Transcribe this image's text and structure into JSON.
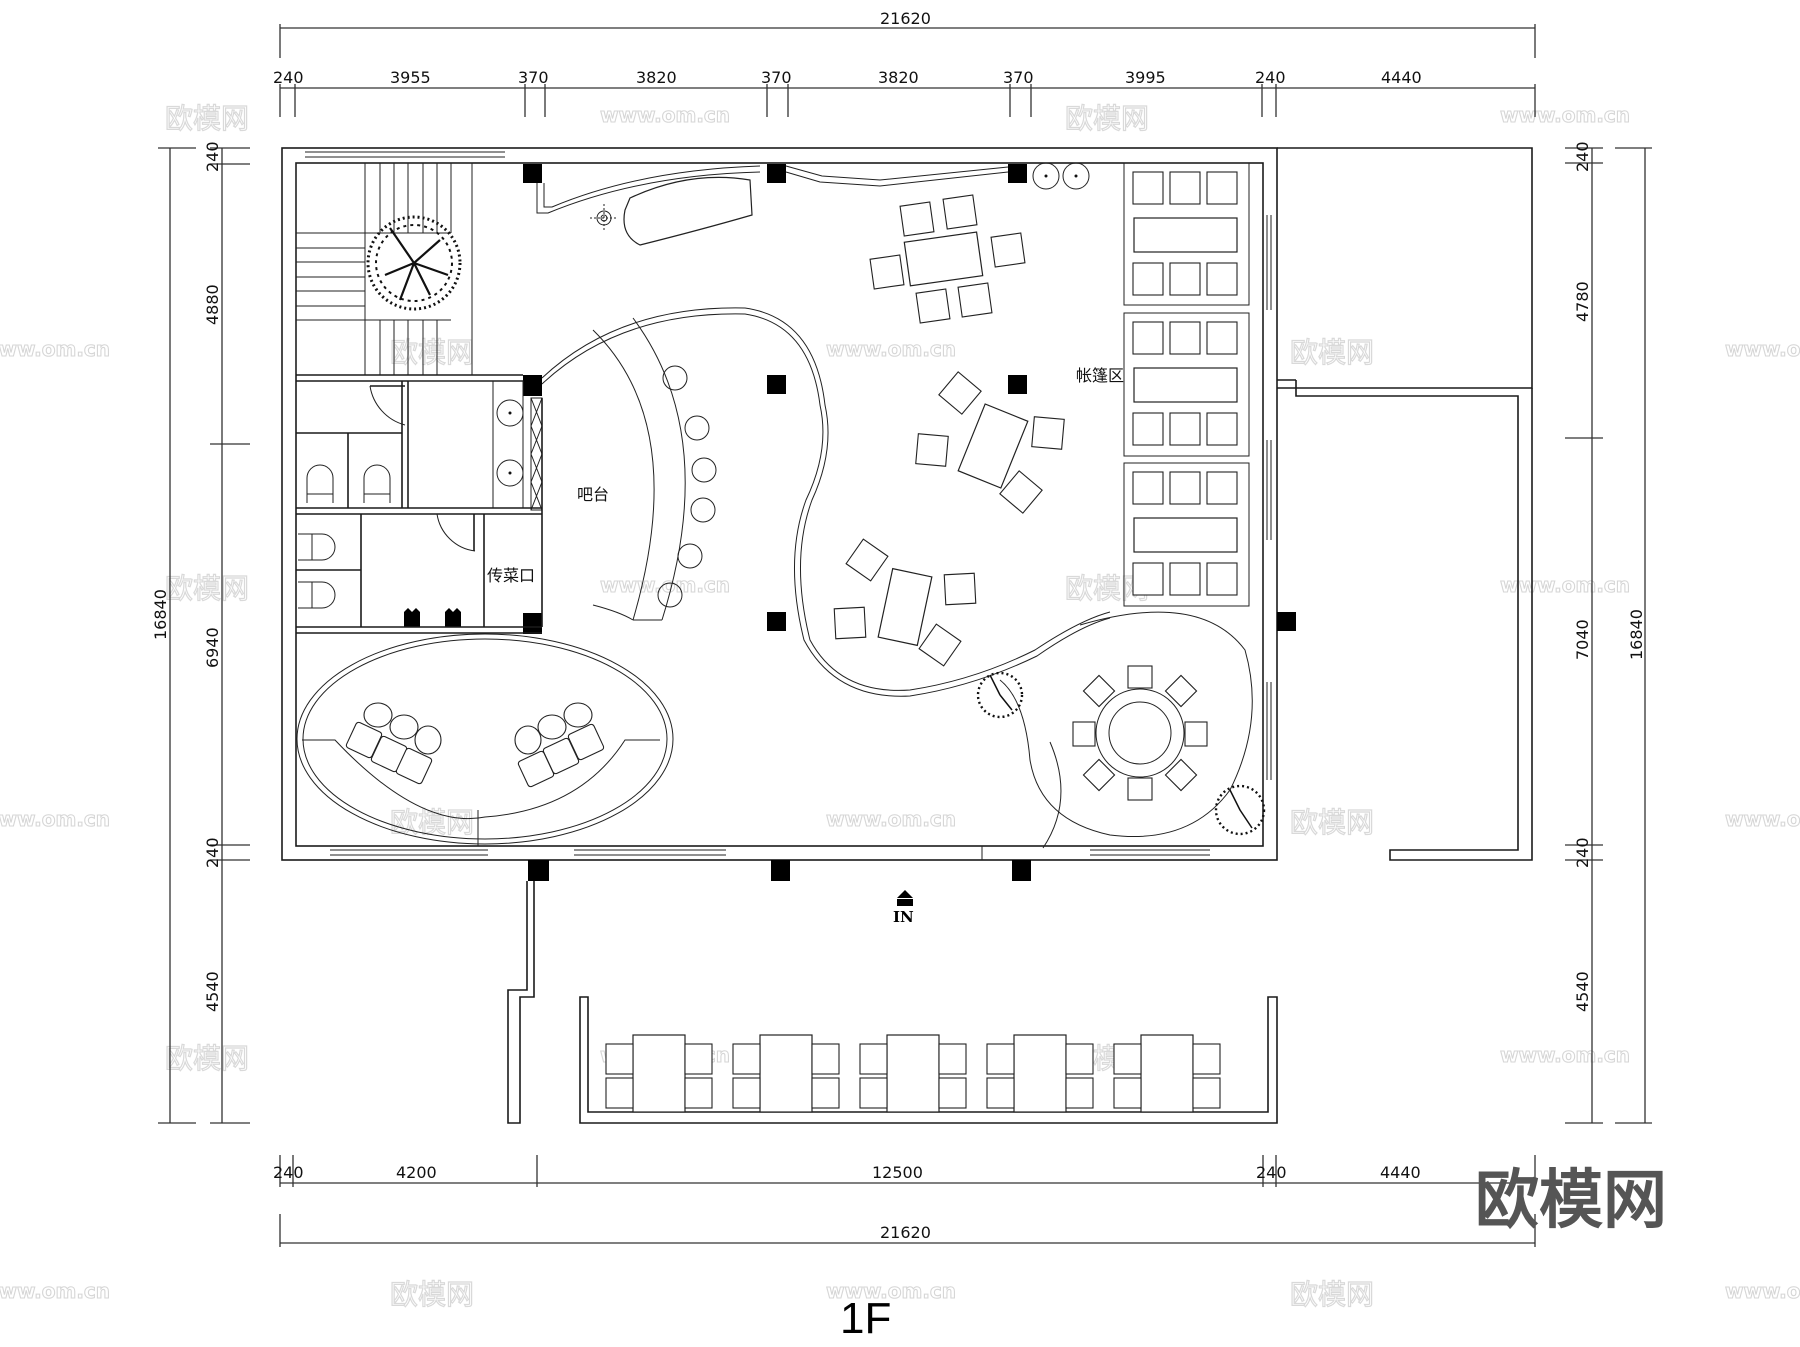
{
  "title": "1F",
  "brand_watermark": "欧模网",
  "watermark_url": "www.om.cn",
  "watermark_logo": "欧模网",
  "dimensions": {
    "top_total": "21620",
    "top_segments": [
      "240",
      "3955",
      "370",
      "3820",
      "370",
      "3820",
      "370",
      "3995",
      "240",
      "4440"
    ],
    "bottom_segments": [
      "240",
      "4200",
      "12500",
      "240",
      "4440"
    ],
    "bottom_total": "21620",
    "left_total": "16840",
    "left_segments": [
      "240",
      "4880",
      "6940",
      "240",
      "4540"
    ],
    "right_total": "16840",
    "right_segments": [
      "240",
      "4780",
      "7040",
      "240",
      "4540"
    ]
  },
  "rooms": {
    "bar": "吧台",
    "serving_window": "传菜口",
    "tent_area": "帐篷区"
  },
  "entrance": {
    "label": "IN"
  },
  "colors": {
    "line": "#1a1a1a",
    "column": "#000000",
    "watermark": "#d9d9d9",
    "brand": "#555555"
  }
}
